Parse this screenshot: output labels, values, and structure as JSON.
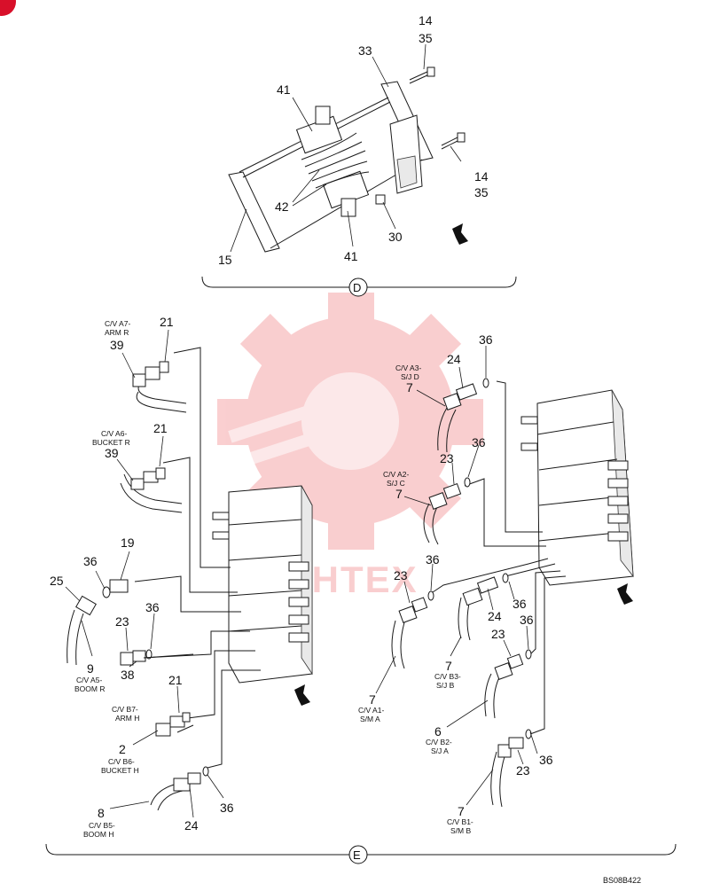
{
  "watermark": "WHTEX",
  "figure_code": "BS08B422",
  "sections": {
    "top": "D",
    "bottom": "E"
  },
  "callouts_top": {
    "c14a": "14",
    "c35a": "35",
    "c33": "33",
    "c41a": "41",
    "c14b": "14",
    "c35b": "35",
    "c42": "42",
    "c30": "30",
    "c15": "15",
    "c41b": "41"
  },
  "callouts_bottom": {
    "c21a": "21",
    "c39a": "39",
    "c21b": "21",
    "c39b": "39",
    "c19": "19",
    "c36a": "36",
    "c25": "25",
    "c9": "9",
    "c23a": "23",
    "c36b": "36",
    "c38": "38",
    "c21c": "21",
    "c2": "2",
    "c8": "8",
    "c24a": "24",
    "c36c": "36",
    "c36d": "36",
    "c24b": "24",
    "c7a": "7",
    "c36e": "36",
    "c23b": "23",
    "c7b": "7",
    "c36f": "36",
    "c23c": "23",
    "c7c": "7",
    "c36g": "36",
    "c24c": "24",
    "c7d": "7",
    "c23d": "23",
    "c36h": "36",
    "c6": "6",
    "c36i": "36",
    "c23e": "23",
    "c7e": "7"
  },
  "captions": {
    "a7_1": "C/V A7-",
    "a7_2": "ARM R",
    "a6_1": "C/V A6-",
    "a6_2": "BUCKET R",
    "a5_1": "C/V A5-",
    "a5_2": "BOOM R",
    "b7_1": "C/V B7-",
    "b7_2": "ARM H",
    "b6_1": "C/V B6-",
    "b6_2": "BUCKET H",
    "b5_1": "C/V B5-",
    "b5_2": "BOOM H",
    "a3_1": "C/V A3-",
    "a3_2": "S/J D",
    "a2_1": "C/V A2-",
    "a2_2": "S/J C",
    "a1_1": "C/V A1-",
    "a1_2": "S/M A",
    "b3_1": "C/V B3-",
    "b3_2": "S/J B",
    "b2_1": "C/V B2-",
    "b2_2": "S/J A",
    "b1_1": "C/V B1-",
    "b1_2": "S/M B"
  },
  "colors": {
    "watermark": "#e8262b",
    "line": "#1a1a1a",
    "corner_badge": "#d8102a"
  }
}
